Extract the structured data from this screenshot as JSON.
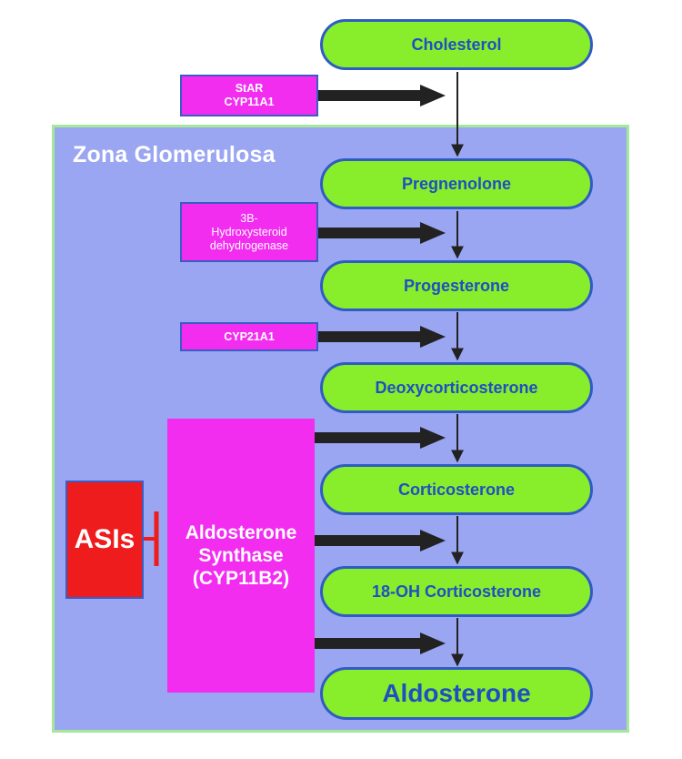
{
  "zone": {
    "title": "Zona Glomerulosa"
  },
  "metabolites": {
    "cholesterol": "Cholesterol",
    "pregnenolone": "Pregnenolone",
    "progesterone": "Progesterone",
    "deoxycorticosterone": "Deoxycorticosterone",
    "corticosterone": "Corticosterone",
    "oh_corticosterone": "18-OH Corticosterone",
    "aldosterone": "Aldosterone"
  },
  "enzymes": {
    "star_line1": "StAR",
    "star_line2": "CYP11A1",
    "hsd_line1": "3B-",
    "hsd_line2": "Hydroxysteroid",
    "hsd_line3": "dehydrogenase",
    "cyp21": "CYP21A1",
    "synthase_line1": "Aldosterone",
    "synthase_line2": "Synthase",
    "synthase_line3": "(CYP11B2)"
  },
  "inhibitor": {
    "label": "ASIs"
  },
  "colors": {
    "zone_fill": "#9aa6f2",
    "metabolite_fill": "#88ee2c",
    "metabolite_text": "#1f4fc2",
    "enzyme_fill": "#f22df0",
    "inhibitor_fill": "#ee1c1c",
    "arrow": "#222222"
  }
}
